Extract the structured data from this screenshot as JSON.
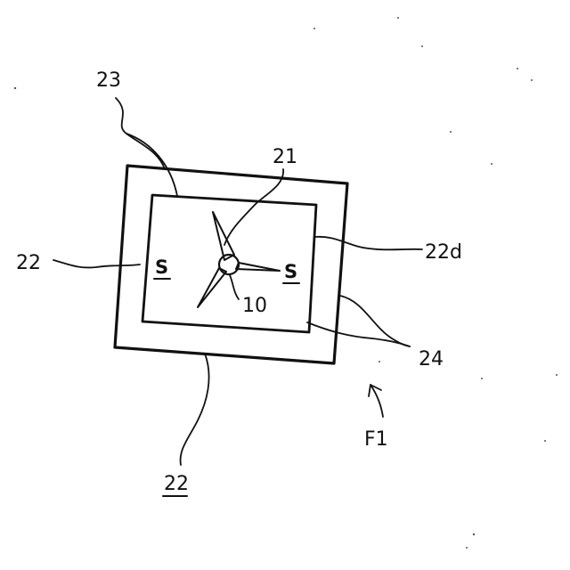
{
  "diagram": {
    "ink_color": "#111111",
    "background": "#ffffff",
    "labels": {
      "ref_23": "23",
      "ref_21": "21",
      "ref_22_left": "22",
      "ref_22d": "22d",
      "ref_10": "10",
      "ref_24": "24",
      "ref_22_bottom": "22",
      "ref_f1": "F1",
      "pole_left": "S",
      "pole_right": "S"
    }
  }
}
